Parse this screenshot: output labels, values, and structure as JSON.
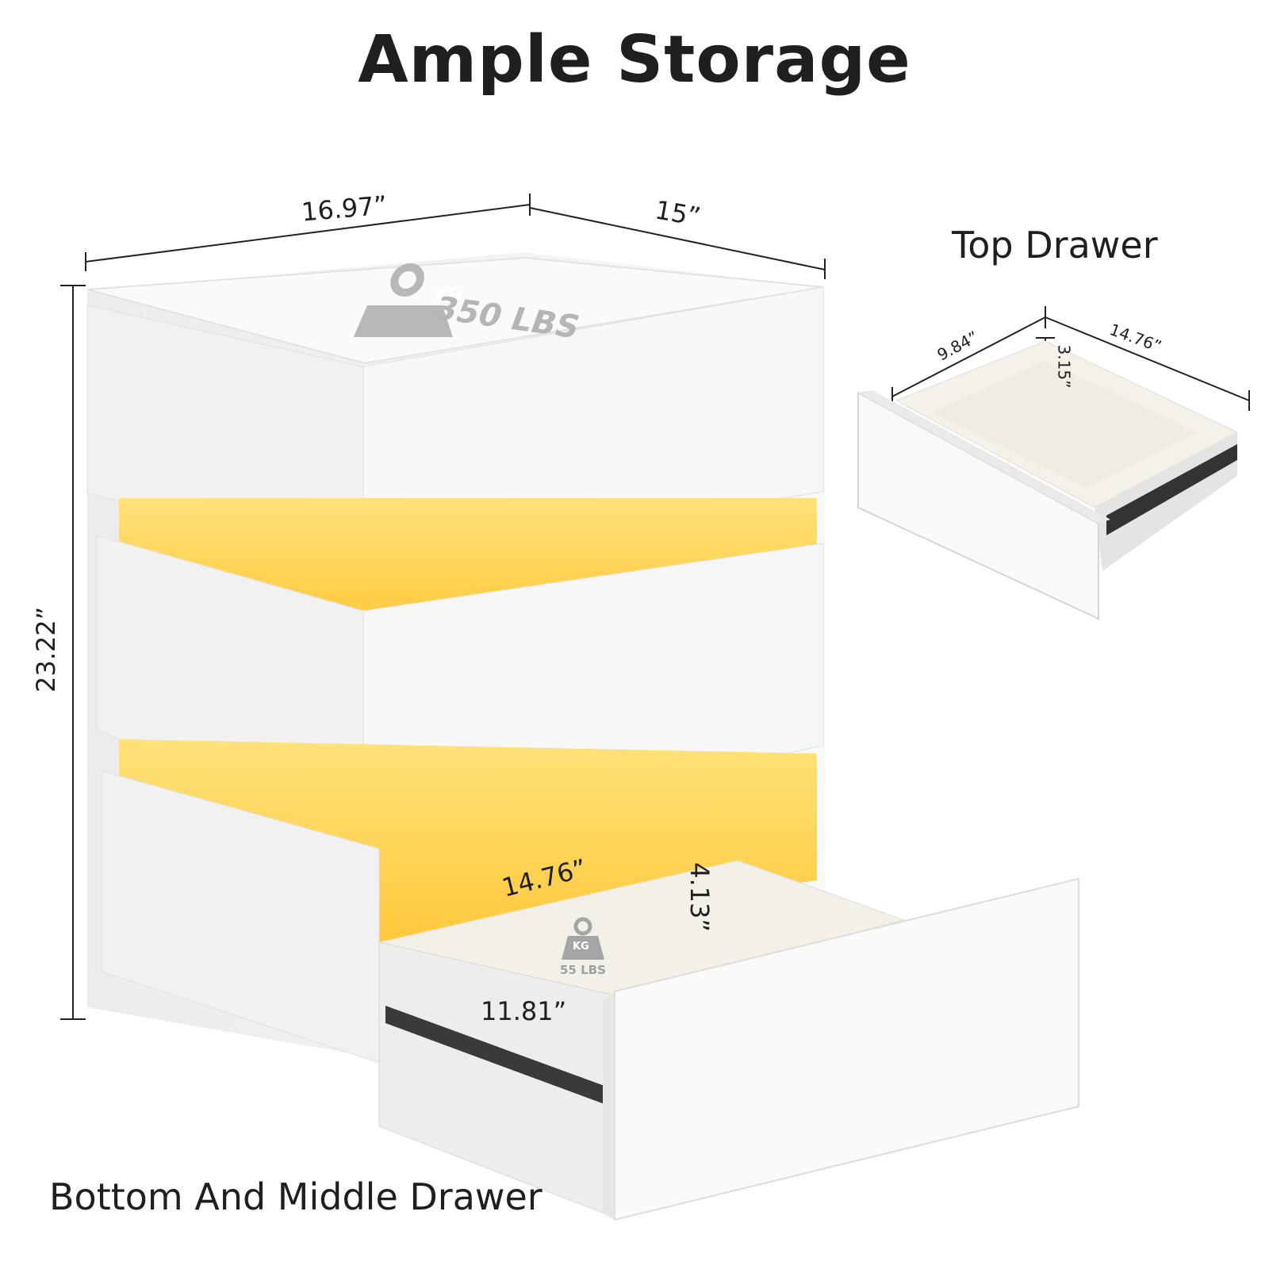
{
  "title": "Ample Storage",
  "sections": {
    "top_drawer": "Top Drawer",
    "bottom_middle_drawer": "Bottom And Middle Drawer"
  },
  "dimensions": {
    "overall_width": "16.97”",
    "overall_depth": "15”",
    "overall_height": "23.22”",
    "drawer_depth": "14.76”",
    "drawer_height": "4.13”",
    "drawer_width": "11.81”",
    "top_drawer_width": "9.84”",
    "top_drawer_depth": "14.76”",
    "top_drawer_height": "3.15”"
  },
  "load_ratings": {
    "top_surface": "350 LBS",
    "top_surface_unit": "KG",
    "drawer": "55 LBS",
    "drawer_unit": "KG"
  },
  "colors": {
    "cabinet": "#f4f4f4",
    "led_glow": "#ffd84a",
    "text": "#1f1f1f"
  }
}
